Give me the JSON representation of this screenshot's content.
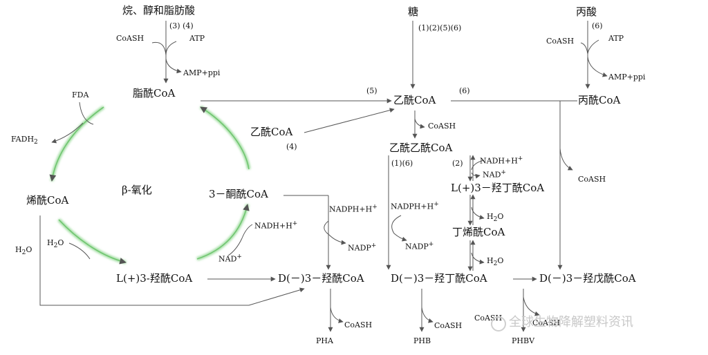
{
  "sources": {
    "fatty_inputs": "烷、醇和脂肪酸",
    "fatty_path_numbers": "(3) (4)",
    "sugar": "糖",
    "sugar_path_numbers": "(1)(2)(5)(6)",
    "propionic_acid": "丙酸",
    "propionic_path_number": "(6)"
  },
  "cofactors": {
    "coash": "CoASH",
    "atp": "ATP",
    "amp_ppi": "AMP+ppi",
    "fda": "FDA",
    "fadh2": "FADH",
    "fadh2_sub": "2",
    "h2o": "H",
    "h2o_sub": "2",
    "h2o_o": "O",
    "nadh_h": "NADH+H",
    "nad": "NAD",
    "plus": "+",
    "nadph_h": "NADPH+H",
    "nadp": "NADP"
  },
  "compounds": {
    "fatty_acyl_coa": "脂酰CoA",
    "acetyl_coa": "乙酰CoA",
    "propionyl_coa": "丙酰CoA",
    "acetoacetyl_coa": "乙酰乙酰CoA",
    "l3_hydroxybutyryl_coa": "L(+)3－羟丁酰CoA",
    "crotonyl_coa": "丁烯酰CoA",
    "enoyl_coa": "烯酰CoA",
    "ketoacyl_coa": "3－酮酰CoA",
    "l3_hydroxyacyl_coa": "L(+)3-羟酰CoA",
    "d3_hydroxyacyl_coa": "D(－)3－羟酰CoA",
    "d3_hydroxybutyryl_coa": "D(－)3－羟丁酰CoA",
    "d3_hydroxyvaleryl_coa": "D(－)3－羟戊酰CoA"
  },
  "cycle_label": "β-氧化",
  "path_numbers": {
    "p5": "(5)",
    "p6": "(6)",
    "p4": "(4)",
    "p16": "(1)(6)",
    "p2": "(2)"
  },
  "products": {
    "pha": "PHA",
    "phb": "PHB",
    "phbv": "PHBV"
  },
  "watermark": "全球生物降解塑料资讯",
  "colors": {
    "line": "#555555",
    "cycle_arrow": "#8fd48f",
    "text": "#111111",
    "watermark": "#c8c8c8"
  }
}
